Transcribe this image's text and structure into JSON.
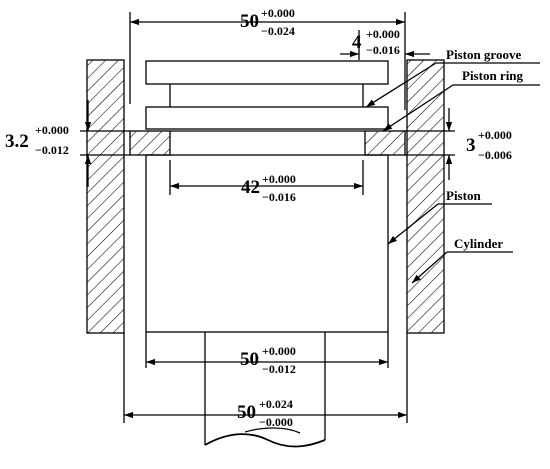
{
  "colors": {
    "ink": "#000000",
    "background": "#ffffff",
    "hatch": "#000000"
  },
  "dimensions": {
    "outer_width": {
      "base": "50",
      "upper": "+0.000",
      "lower": "−0.024"
    },
    "groove_width": {
      "base": "4",
      "upper": "+0.000",
      "lower": "−0.016"
    },
    "ring_height": {
      "base": "3.2",
      "upper": "+0.000",
      "lower": "−0.012"
    },
    "groove_height": {
      "base": "3",
      "upper": "+0.000",
      "lower": "−0.006"
    },
    "groove_diameter": {
      "base": "42",
      "upper": "+0.000",
      "lower": "−0.016"
    },
    "piston_diameter": {
      "base": "50",
      "upper": "+0.000",
      "lower": "−0.012"
    },
    "cylinder_diameter": {
      "base": "50",
      "upper": "+0.024",
      "lower": "−0.000"
    }
  },
  "labels": {
    "piston_groove": "Piston groove",
    "piston_ring": "Piston ring",
    "piston": "Piston",
    "cylinder": "Cylinder"
  }
}
